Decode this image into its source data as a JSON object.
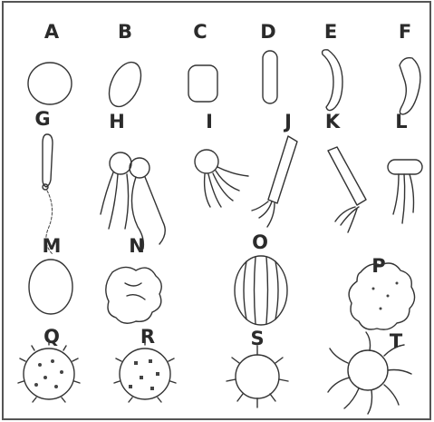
{
  "figure": {
    "labels": [
      "A",
      "B",
      "C",
      "D",
      "E",
      "F",
      "G",
      "H",
      "I",
      "J",
      "K",
      "L",
      "M",
      "N",
      "O",
      "P",
      "Q",
      "R",
      "S",
      "T"
    ]
  }
}
